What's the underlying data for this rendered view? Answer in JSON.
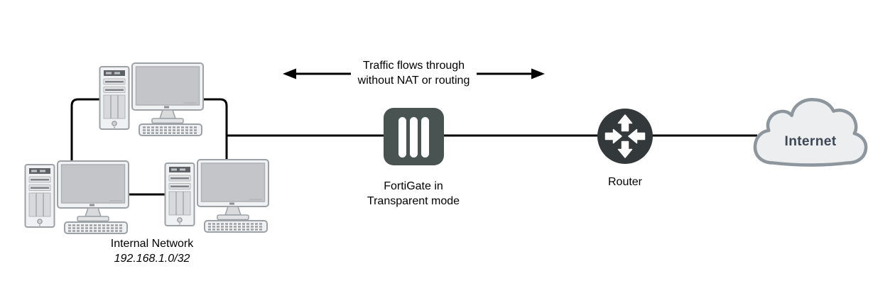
{
  "diagram": {
    "flow_annotation": {
      "line1": "Traffic flows through",
      "line2": "without NAT or routing"
    },
    "internal_network": {
      "label": "Internal Network",
      "subnet": "192.168.1.0/32",
      "workstation_count": 3
    },
    "fortigate": {
      "label_line1": "FortiGate in",
      "label_line2": "Transparent mode"
    },
    "router": {
      "label": "Router"
    },
    "internet": {
      "label": "Internet"
    },
    "icons": {
      "workstation": "desktop-computer-icon",
      "fortigate": "firewall-vertical-bars-icon",
      "router": "router-four-arrows-icon",
      "internet": "cloud-icon",
      "annotation": "double-headed-arrow-icon"
    },
    "colors": {
      "line": "#000000",
      "fortigate_fill": "#495351",
      "fortigate_bars": "#ffffff",
      "router_fill": "#33393b",
      "router_arrows": "#ffffff",
      "cloud_fill": "#edeef0",
      "cloud_stroke": "#8e969d",
      "internet_text": "#3e4854",
      "label_text": "#000000"
    }
  }
}
